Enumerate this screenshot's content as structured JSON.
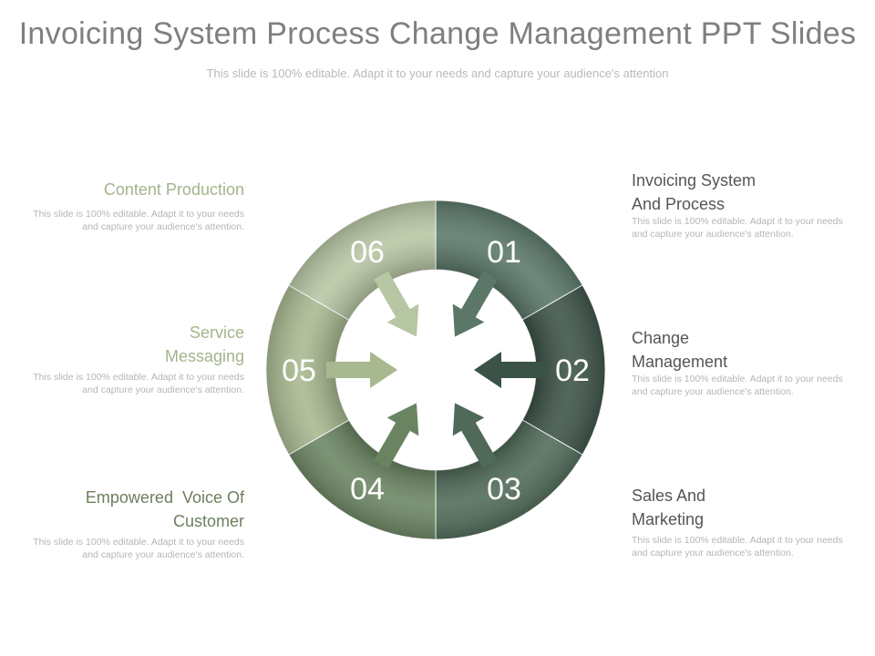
{
  "header": {
    "title": "Invoicing System Process Change Management PPT Slides",
    "subtitle": "This slide is 100% editable. Adapt it to your needs and capture your audience's attention"
  },
  "segments": [
    {
      "number": "01",
      "heading_line1": "Invoicing System",
      "heading_line2": "And Process",
      "color": "#5a7768",
      "desc": "This slide is 100% editable. Adapt it to your needs and capture your audience's attention."
    },
    {
      "number": "02",
      "heading_line1": "Change",
      "heading_line2": "Management",
      "color": "#3b5246",
      "desc": "This slide is 100% editable. Adapt it to your needs and capture your audience's attention."
    },
    {
      "number": "03",
      "heading_line1": "Sales And",
      "heading_line2": "Marketing",
      "color": "#4f6a58",
      "desc": "This slide is 100% editable. Adapt it to your needs and capture your audience's attention."
    },
    {
      "number": "04",
      "heading_line1": "Empowered  Voice Of",
      "heading_line2": "Customer",
      "color": "#6a8462",
      "desc": "This slide is 100% editable. Adapt it to your needs and capture your audience's attention."
    },
    {
      "number": "05",
      "heading_line1": "Service",
      "heading_line2": "Messaging",
      "color": "#a8b88f",
      "desc": "This slide is 100% editable. Adapt it to your needs and capture your audience's attention."
    },
    {
      "number": "06",
      "heading_line1": "Content Production",
      "heading_line2": "",
      "color": "#b7c6a3",
      "desc": "This slide is 100% editable. Adapt it to your needs and capture your audience's attention."
    }
  ],
  "colors": {
    "heading_dark": "#555555",
    "heading_green": "#a4b58c",
    "heading_mid_green": "#6d7f5e"
  }
}
